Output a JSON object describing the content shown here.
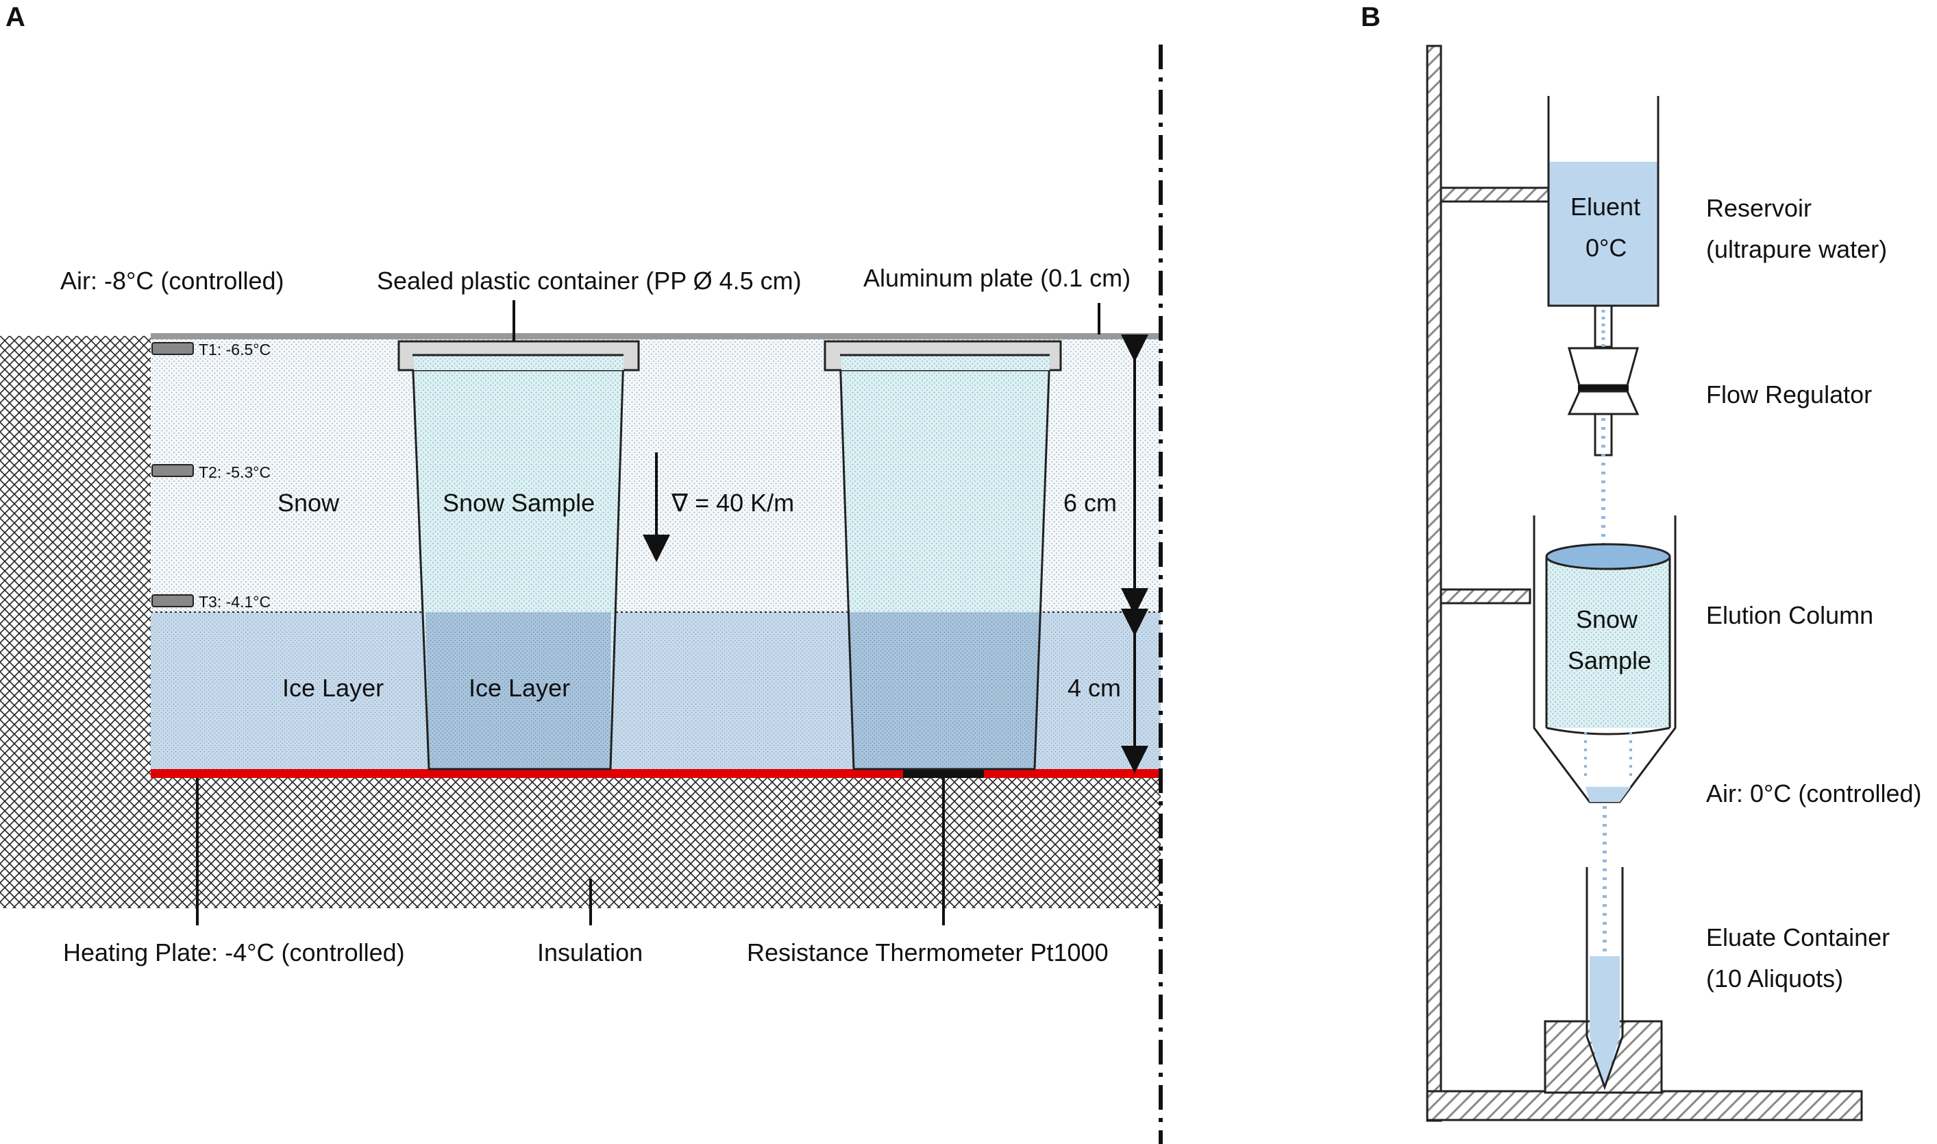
{
  "panels": {
    "a": "A",
    "b": "B"
  },
  "panel_a": {
    "air_label": "Air: -8°C (controlled)",
    "container_label": "Sealed plastic container (PP Ø 4.5 cm)",
    "plate_label": "Aluminum plate (0.1 cm)",
    "sensors": [
      "T1: -6.5°C",
      "T2: -5.3°C",
      "T3: -4.1°C"
    ],
    "snow_label": "Snow",
    "snow_sample_label": "Snow Sample",
    "gradient_label": "∇ = 40 K/m",
    "snow_height_label": "6 cm",
    "ice_label": "Ice Layer",
    "ice_sample_label": "Ice Layer",
    "ice_height_label": "4 cm",
    "heating_label": "Heating Plate: -4°C (controlled)",
    "insulation_label": "Insulation",
    "thermometer_label": "Resistance Thermometer Pt1000"
  },
  "panel_b": {
    "eluent_label": [
      "Eluent",
      "0°C"
    ],
    "reservoir_label": [
      "Reservoir",
      "(ultrapure water)"
    ],
    "flow_regulator_label": "Flow Regulator",
    "column_sample_label": [
      "Snow",
      "Sample"
    ],
    "elution_column_label": "Elution Column",
    "air_label": "Air: 0°C (controlled)",
    "eluate_label": [
      "Eluate Container",
      "(10 Aliquots)"
    ]
  },
  "colors": {
    "heating_plate": "#e00000",
    "aluminum_plate": "#999999",
    "water": "#bcd6ee",
    "ice": "#c8dced",
    "drip": "#8fb8de"
  }
}
